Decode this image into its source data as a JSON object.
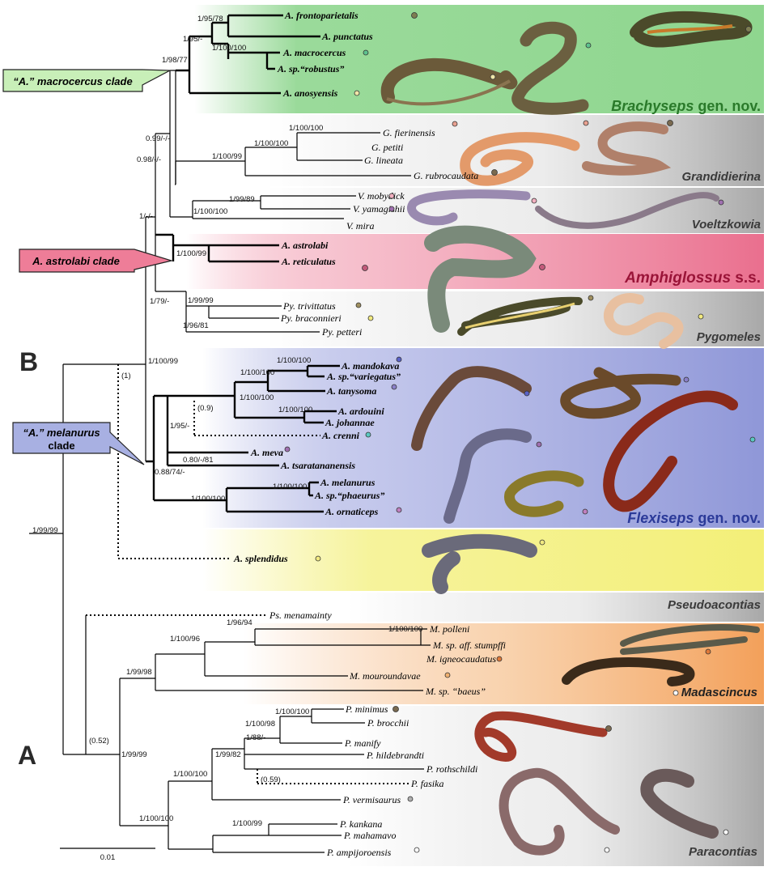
{
  "bands": [
    {
      "name": "Brachyseps gen. nov.",
      "genus": "Brachyseps",
      "suffix": " gen. nov.",
      "color": "#8fd68f",
      "label_color": "#2a7a2a"
    },
    {
      "name": "Grandidierina",
      "genus": "Grandidierina",
      "suffix": "",
      "color": "#b5b5b5",
      "label_color": "#3a3a3a"
    },
    {
      "name": "Voeltzkowia",
      "genus": "Voeltzkowia",
      "suffix": "",
      "color": "#b5b5b5",
      "label_color": "#3a3a3a"
    },
    {
      "name": "Amphiglossus s.s.",
      "genus": "Amphiglossus",
      "suffix": " s.s.",
      "color": "#ee7d98",
      "label_color": "#9a1438"
    },
    {
      "name": "Pygomeles",
      "genus": "Pygomeles",
      "suffix": "",
      "color": "#b5b5b5",
      "label_color": "#3a3a3a"
    },
    {
      "name": "Flexiseps gen. nov.",
      "genus": "Flexiseps",
      "suffix": " gen. nov.",
      "color": "#8f97d8",
      "label_color": "#2b3a99"
    },
    {
      "name": "A. splendidus",
      "genus": "",
      "suffix": "",
      "color": "#f3ef78",
      "label_color": "#3a3a3a"
    },
    {
      "name": "Pseudoacontias",
      "genus": "Pseudoacontias",
      "suffix": "",
      "color": "#b5b5b5",
      "label_color": "#3a3a3a"
    },
    {
      "name": "Madascincus",
      "genus": "Madascincus",
      "suffix": "",
      "color": "#f3a05a",
      "label_color": "#222222"
    },
    {
      "name": "Paracontias",
      "genus": "Paracontias",
      "suffix": "",
      "color": "#b5b5b5",
      "label_color": "#3a3a3a"
    }
  ],
  "callouts": {
    "macrocercus": "“A.” macrocercus clade",
    "astrolabi": "A. astrolabi clade",
    "melanurus_line1": "“A.” melanurus",
    "melanurus_line2": "clade"
  },
  "clade_letters": {
    "a": "A",
    "b": "B"
  },
  "scale_bar": "0.01",
  "tips": {
    "frontoparietalis": "A. frontoparietalis",
    "punctatus": "A. punctatus",
    "macrocercus": "A. macrocercus",
    "robustus": "A. sp.“robustus”",
    "anosyensis": "A. anosyensis",
    "fierinensis": "G. fierinensis",
    "petiti": "G. petiti",
    "lineata": "G. lineata",
    "rubrocaudata": "G. rubrocaudata",
    "mobydick": "V. mobydick",
    "yamagishii": "V. yamagishii",
    "mira": "V. mira",
    "astrolabi": "A. astrolabi",
    "reticulatus": "A. reticulatus",
    "trivittatus": "Py. trivittatus",
    "braconnieri": "Py. braconnieri",
    "petteri": "Py. petteri",
    "mandokava": "A. mandokava",
    "variegatus": "A. sp.“variegatus”",
    "tanysoma": "A. tanysoma",
    "ardouini": "A. ardouini",
    "johannae": "A. johannae",
    "crenni": "A. crenni",
    "meva": "A. meva",
    "tsaratananensis": "A. tsaratananensis",
    "melanurus": "A. melanurus",
    "phaeurus": "A. sp.“phaeurus”",
    "ornaticeps": "A. ornaticeps",
    "splendidus": "A. splendidus",
    "menamainty": "Ps. menamainty",
    "polleni": "M. polleni",
    "stumpffi": "M. sp. aff. stumpffi",
    "igneocaudatus": "M. igneocaudatus",
    "mouroundavae": "M. mouroundavae",
    "baeus": "M. sp. “baeus”",
    "minimus": "P. minimus",
    "brocchii": "P. brocchii",
    "manify": "P. manify",
    "hildebrandti": "P. hildebrandti",
    "rothschildi": "P. rothschildi",
    "fasika": "P. fasika",
    "vermisaurus": "P. vermisaurus",
    "kankana": "P. kankana",
    "mahamavo": "P. mahamavo",
    "ampijoroensis": "P. ampijoroensis"
  },
  "support": {
    "s1": "1/95/78",
    "s2": "1/95/-",
    "s3": "1/100/100",
    "s4": "1/98/77",
    "s5": "0.99/-/-",
    "s6": "1/100/100",
    "s7": "1/100/100",
    "s8": "1/100/99",
    "s9": "0.98/-/-",
    "s10": "1/99/89",
    "s11": "1/100/100",
    "s12": "1/-/-",
    "s13": "1/100/99",
    "s14": "1/79/-",
    "s15": "1/99/99",
    "s16": "1/96/81",
    "s17": "1/100/99",
    "s18": "(1)",
    "s19": "1/100/100",
    "s20": "1/100/100",
    "s21": "1/100/100",
    "s22": "1/100/100",
    "s23": "(0.9)",
    "s24": "1/95/-",
    "s25": "0.80/-/81",
    "s26": "0.88/74/-",
    "s27": "1/100/100",
    "s28": "1/100/100",
    "s29": "1/99/99",
    "s30": "1/100/100",
    "s31": "1/96/94",
    "s32": "1/100/96",
    "s33": "1/99/98",
    "s34": "(0.52)",
    "s35": "1/100/100",
    "s36": "1/100/98",
    "s37": "1/88/-",
    "s38": "1/99/82",
    "s39": "(0.59)",
    "s40": "1/100/100",
    "s41": "1/99/99",
    "s42": "1/100/99",
    "s43": "1/100/100"
  },
  "dot_colors": {
    "olive": "#7d7d52",
    "green": "#5ec28f",
    "cream": "#f0e6a8",
    "pink": "#f2b0c0",
    "salmon": "#e8a090",
    "purple": "#a070b0",
    "plum": "#8c4a7a",
    "rose": "#c25a7a",
    "khaki": "#a09060",
    "yellow": "#f2ea80",
    "blue": "#5a62c8",
    "teal": "#5ac8c0",
    "orange": "#e07a3a",
    "peach": "#f0b070",
    "white": "#ffffff",
    "grey": "#b0b0b0",
    "brown": "#7a6a50",
    "lilac": "#c080c0",
    "lavender": "#8a80c8"
  }
}
